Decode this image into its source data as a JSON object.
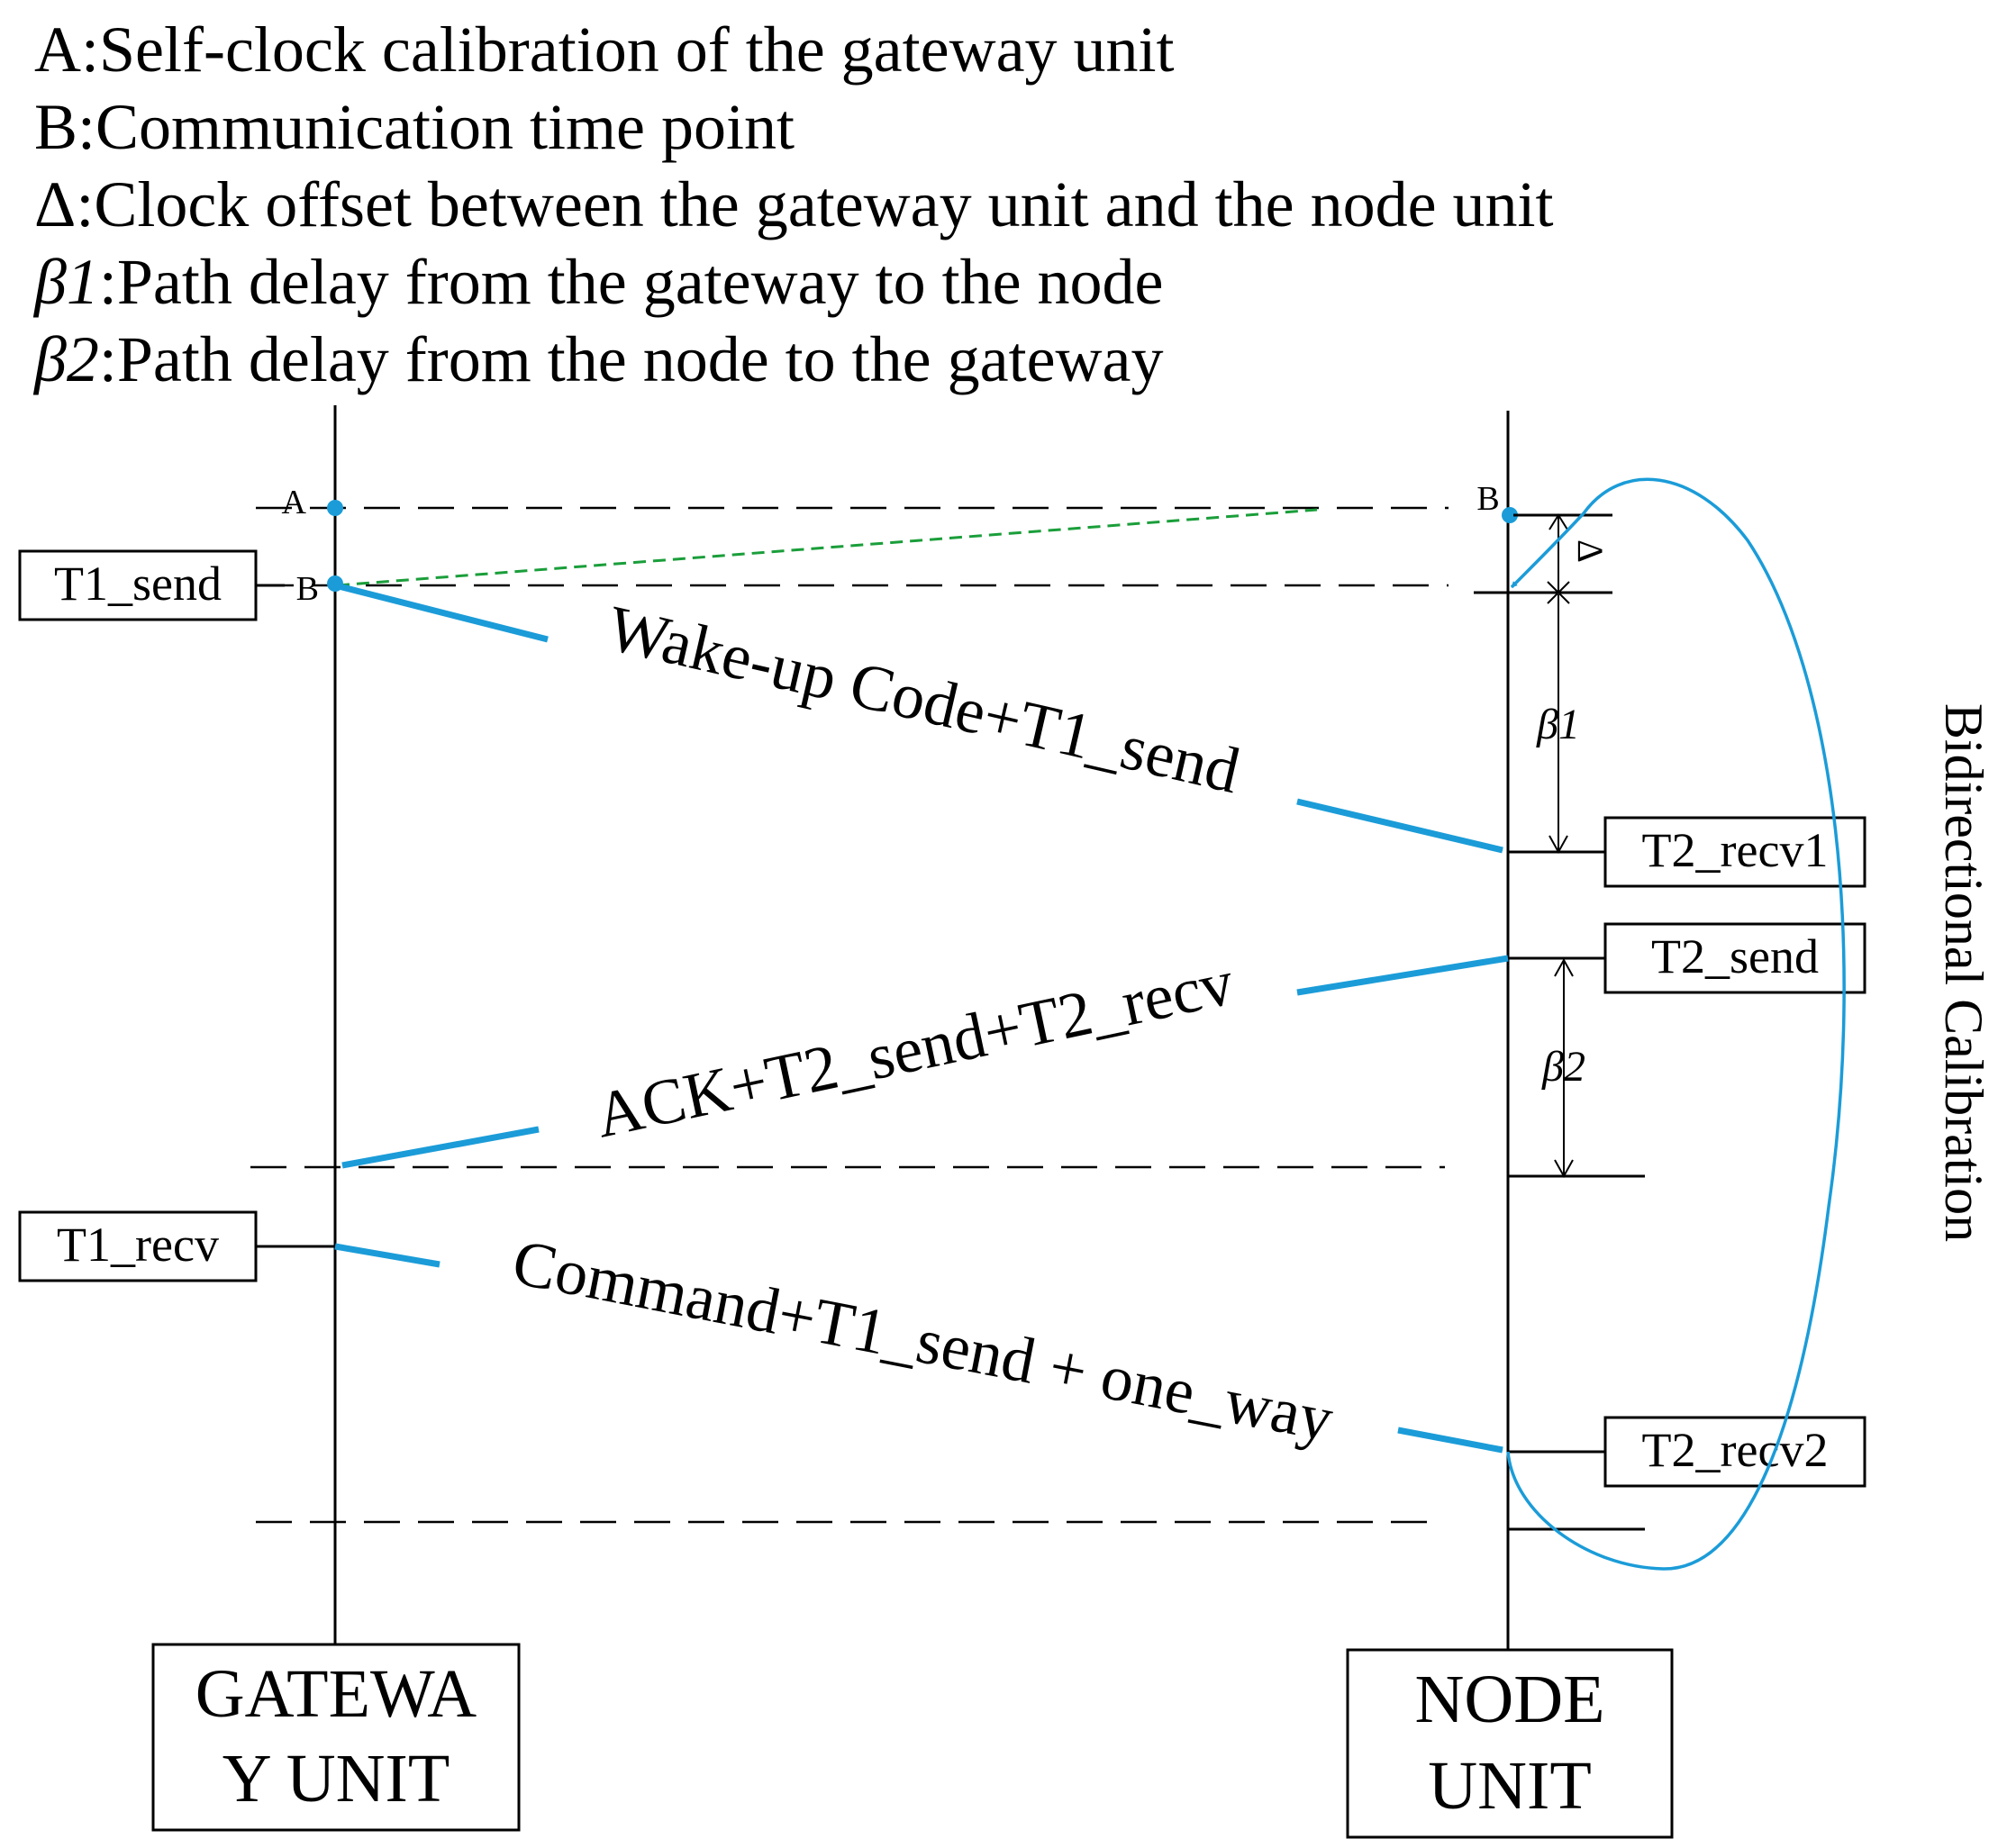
{
  "legend": [
    {
      "symbol": "A",
      "italic": false,
      "text": ":Self-clock calibration of the gateway unit"
    },
    {
      "symbol": "B",
      "italic": false,
      "text": ":Communication time point"
    },
    {
      "symbol": "Δ",
      "italic": false,
      "text": ":Clock offset between the gateway unit and the node unit"
    },
    {
      "symbol": "β1",
      "italic": true,
      "text": ":Path delay from the gateway to the node"
    },
    {
      "symbol": "β2",
      "italic": true,
      "text": ":Path delay from the node to the gateway"
    }
  ],
  "units": {
    "gateway_line1": "GATEWA",
    "gateway_line2": "Y UNIT",
    "node_line1": "NODE",
    "node_line2": "UNIT"
  },
  "points": {
    "gateway_a": "A",
    "gateway_b": "B",
    "node_b": "B"
  },
  "timestamps": {
    "t1_send": "T1_send",
    "t1_recv": "T1_recv",
    "t2_recv1": "T2_recv1",
    "t2_send": "T2_send",
    "t2_recv2": "T2_recv2"
  },
  "messages": {
    "wakeup": "Wake-up Code+T1_send",
    "ack": "ACK+T2_send+T2_recv",
    "command": "Command+T1_send + one_way"
  },
  "delays": {
    "delta": "Δ",
    "beta1": "β1",
    "beta2": "β2"
  },
  "loop_label": "Bidirectional Calibration",
  "colors": {
    "arrow": "#1b9cd8",
    "dashed_offset": "#1a9e3a",
    "line": "#000000"
  }
}
